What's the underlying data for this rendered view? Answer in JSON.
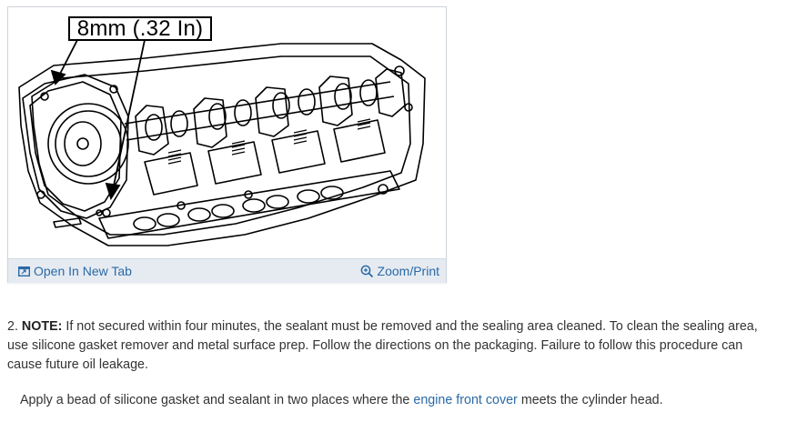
{
  "figure": {
    "callout_text": "8mm (.32 In)",
    "open_label": "Open In New Tab",
    "zoom_label": "Zoom/Print",
    "open_icon": "external-window-icon",
    "zoom_icon": "magnifier-icon"
  },
  "step": {
    "number": "2.",
    "note_label": "NOTE:",
    "note_text": "If not secured within four minutes, the sealant must be removed and the sealing area cleaned. To clean the sealing area, use silicone gasket remover and metal surface prep. Follow the directions on the packaging. Failure to follow this procedure can cause future oil leakage.",
    "instruction_before": "Apply a bead of silicone gasket and sealant in two places where the",
    "instruction_link": "engine front cover",
    "instruction_after": "meets the cylinder head."
  },
  "colors": {
    "link": "#2a6aa6",
    "toolbar_bg": "#e6ebf2",
    "text": "#333333"
  }
}
